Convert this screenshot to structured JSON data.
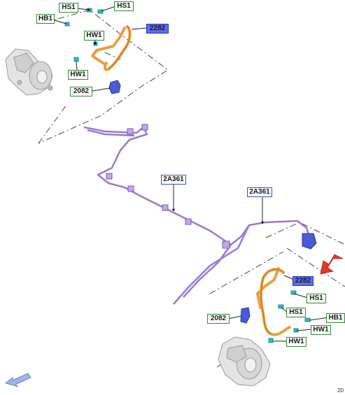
{
  "labels": {
    "hs1_top_a": "HS1",
    "hs1_top_b": "HS1",
    "hb1_top": "HB1",
    "hw1_top_a": "HW1",
    "hw1_top_b": "HW1",
    "part_2282_top": "2282",
    "part_2082_top": "2082",
    "part_2a361_mid": "2A361",
    "part_2a361_right": "2A361",
    "part_2282_bottom": "2282",
    "hs1_bottom_a": "HS1",
    "hs1_bottom_b": "HS1",
    "hb1_bottom": "HB1",
    "hw1_bottom_a": "HW1",
    "hw1_bottom_b": "HW1",
    "part_2082_bottom": "2082"
  },
  "corner_text": "20",
  "colors": {
    "brake_hose": "#e8a040",
    "brake_pipe": "#9a78d0",
    "bracket": "#4a5ad8",
    "clip": "#27c0c8",
    "arrow": "#e03a2a",
    "direction_arrow": "#8aa8e8"
  }
}
